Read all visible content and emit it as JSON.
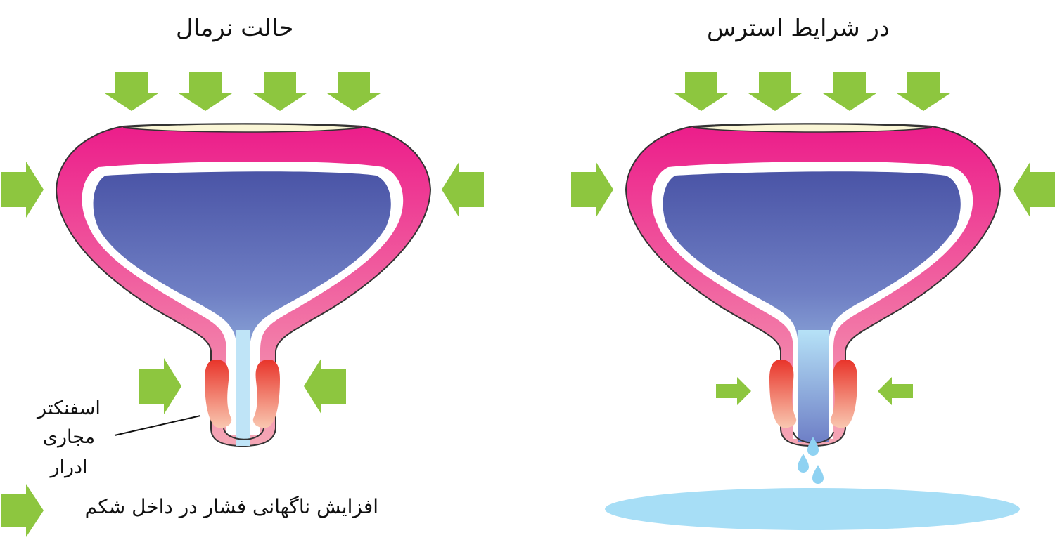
{
  "titles": {
    "normal": "حالت نرمال",
    "stress": "در شرایط استرس"
  },
  "labels": {
    "sphincter_line1": "اسفنکتر",
    "sphincter_line2": "مجاری",
    "sphincter_line3": "ادرار"
  },
  "legend": {
    "text": "افزایش ناگهانی فشار در داخل شکم"
  },
  "colors": {
    "arrow": "#8dc63f",
    "bladder_wall_top": "#ec1c8a",
    "bladder_wall_bottom": "#f5a8b6",
    "urine_top": "#4a54a6",
    "urine_bottom": "#b6e2f7",
    "bladder_cap": "#faf6d6",
    "sphincter_top": "#e8342a",
    "sphincter_bottom": "#f9c7b0",
    "puddle": "#a7def6",
    "drop": "#8fd2f2"
  }
}
